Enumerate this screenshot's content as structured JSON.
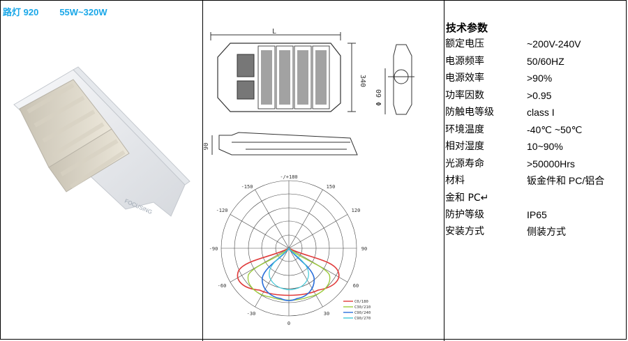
{
  "product": {
    "name": "路灯 920",
    "power_range": "55W~320W"
  },
  "drawing_labels": {
    "length": "L",
    "width": "340",
    "diameter": "Φ 60",
    "height": "90"
  },
  "polar": {
    "angle_labels": [
      "-/+180",
      "-150",
      "150",
      "-120",
      "120",
      "-90",
      "90",
      "-60",
      "60",
      "-30",
      "30",
      "0"
    ],
    "legend": [
      {
        "name": "C0/180",
        "color": "#e03a3a"
      },
      {
        "name": "C30/210",
        "color": "#9ccc3c"
      },
      {
        "name": "C90/240",
        "color": "#2a6fdb"
      },
      {
        "name": "C90/270",
        "color": "#40c8d8"
      }
    ]
  },
  "specs": {
    "heading": "技术参数",
    "rows": [
      {
        "key": "额定电压",
        "value": "~200V-240V"
      },
      {
        "key": "电源频率",
        "value": "50/60HZ"
      },
      {
        "key": "电源效率",
        "value": ">90%"
      },
      {
        "key": "功率因数",
        "value": ">0.95"
      },
      {
        "key": "防触电等级",
        "value": "class I"
      },
      {
        "key": "环境温度",
        "value": "-40℃ ~50℃"
      },
      {
        "key": "相对湿度",
        "value": "10~90%"
      },
      {
        "key": "光源寿命",
        "value": ">50000Hrs"
      },
      {
        "key": "材料",
        "value": "钣金件和 PC/铝合"
      }
    ],
    "material_wrap": "金和 PC↵",
    "rows2": [
      {
        "key": "防护等级",
        "value": "IP65"
      },
      {
        "key": "安装方式",
        "value": "侧装方式"
      }
    ]
  },
  "photo": {
    "brand": "FOCUSING"
  }
}
